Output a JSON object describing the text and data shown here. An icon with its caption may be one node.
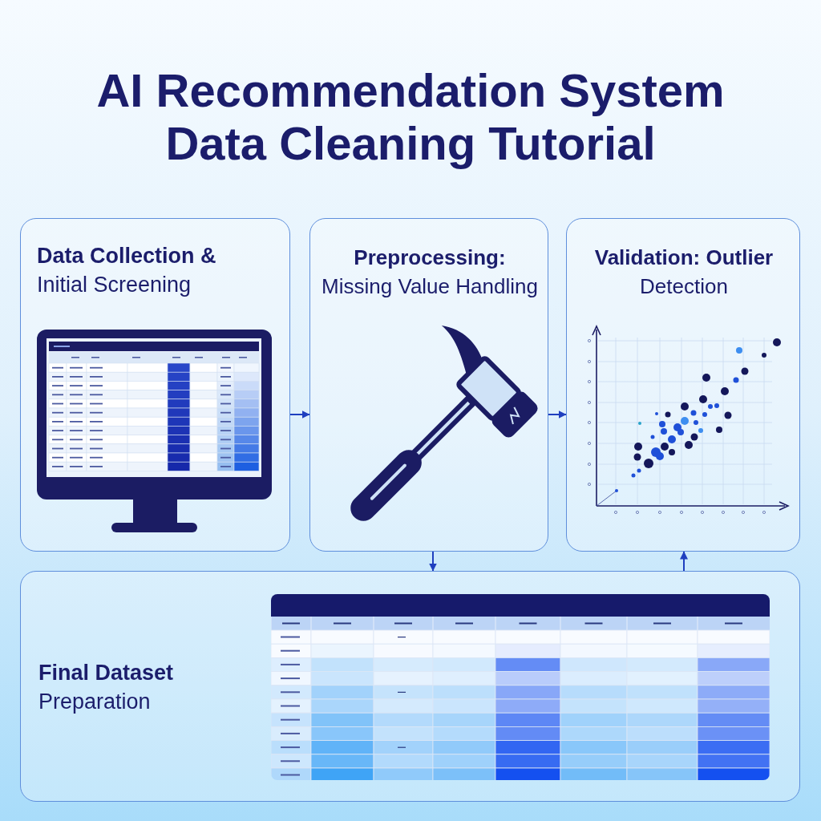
{
  "diagram": {
    "title": "AI Recommendation System Data Cleaning Tutorial",
    "nodes": [
      {
        "text": [
          "**Data Collection &** Initial Screening"
        ]
      },
      {
        "text": [
          "**Preprocessing:** Missing Value Handling"
        ]
      },
      {
        "text": [
          "**Validation: Outlier** Detection"
        ]
      },
      {
        "text": [
          "**Final Dataset** Preparation"
        ]
      }
    ],
    "edges": [
      {
        "from": 0,
        "to": 1,
        "arrow": "to"
      },
      {
        "from": 1,
        "to": 2,
        "arrow": "to"
      },
      {
        "from": 1,
        "to": 3,
        "arrow": "to"
      },
      {
        "from": 3,
        "to": 2,
        "arrow": "to"
      }
    ]
  }
}
